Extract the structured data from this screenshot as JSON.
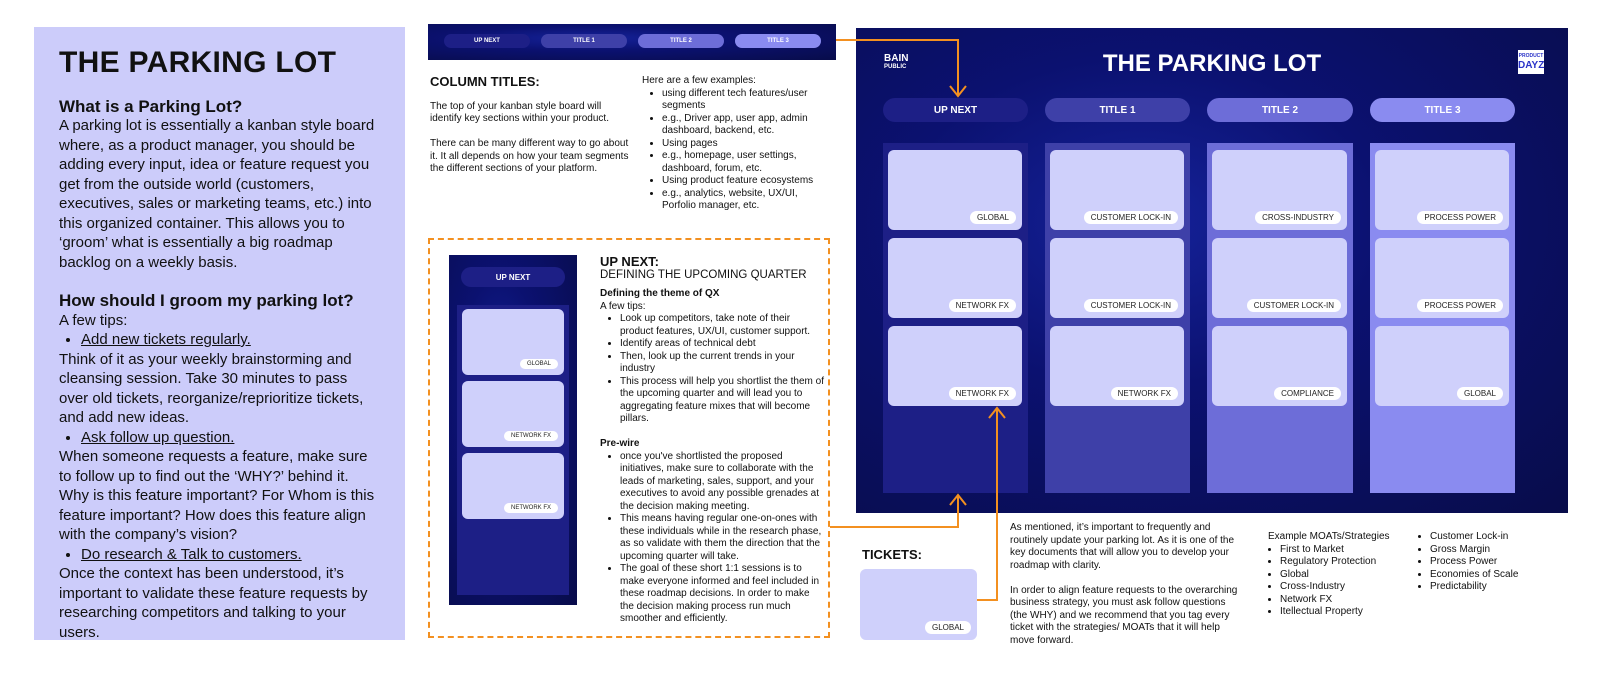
{
  "left": {
    "title": "THE PARKING LOT",
    "q1": "What is a Parking Lot?",
    "p1": "A parking lot is essentially a kanban style board where, as a product manager, you should be adding every input, idea or feature request you get from the outside world (customers, executives, sales or marketing teams, etc.) into this organized container. This allows you to ‘groom’ what is essentially a big roadmap backlog on a weekly basis.",
    "q2": "How should I groom my parking lot?",
    "tips": "A few tips:",
    "tip1": "Add new tickets regularly.",
    "tip1_text": "Think of it as your weekly brainstorming and cleansing session. Take 30 minutes to pass over old tickets, reorganize/reprioritize tickets, and add new ideas.",
    "tip2": "Ask follow up question.",
    "tip2_text": "When someone requests a feature, make sure to follow up to find out the ‘WHY?’ behind it. Why is this feature important? For Whom is this feature important? How does this feature align with the company’s vision?",
    "tip3": "Do research & Talk to customers.",
    "tip3_text": "Once the context has been understood, it’s important to validate these feature requests by researching competitors and talking to your users."
  },
  "strip": {
    "pills": [
      "UP NEXT",
      "TITLE 1",
      "TITLE 2",
      "TITLE 3"
    ]
  },
  "column_titles": {
    "heading": "COLUMN TITLES:",
    "p1": "The top of your kanban style board will identify key sections within your product.",
    "p2": "There can be many different way to go about it. It all depends on how your team segments the different sections of your platform.",
    "examples_intro": "Here are a few examples:",
    "examples": [
      "using different tech features/user segments",
      "e.g., Driver app, user app, admin dashboard, backend, etc.",
      "Using pages",
      "e.g., homepage, user settings, dashboard, forum, etc.",
      "Using product feature ecosystems",
      "e.g., analytics, website, UX/UI, Porfolio manager,  etc."
    ]
  },
  "upnext": {
    "mini_title": "UP NEXT",
    "mini_tags": [
      "GLOBAL",
      "NETWORK FX",
      "NETWORK FX"
    ],
    "heading": "UP NEXT:",
    "subheading": "DEFINING THE UPCOMING QUARTER",
    "theme_heading": "Defining the theme of QX",
    "theme_intro": "A few tips:",
    "theme_tips": [
      "Look up competitors, take note of their product features, UX/UI, customer support.",
      "Identify areas of technical debt",
      "Then, look up the current trends in your industry",
      "This process will help you shortlist the them of the upcoming quarter and will lead you to aggregating feature mixes that will become pillars."
    ],
    "prewire_heading": "Pre-wire",
    "prewire_tips": [
      "once you've shortlisted the proposed initiatives, make sure to collaborate with the leads of marketing, sales, support, and your executives to avoid any possible grenades at the decision making meeting.",
      "This means having regular one-on-ones with these individuals while in the research phase, as so validate with them the direction that the upcoming quarter will take.",
      "The goal of these short 1:1 sessions is to make everyone informed and feel included in these roadmap decisions. In order to make the decision making process run much smoother and efficiently."
    ]
  },
  "board": {
    "logo_left": [
      "BAIN",
      "PUBLIC"
    ],
    "logo_right": [
      "PRODUCT",
      "DAYZ"
    ],
    "title": "THE PARKING LOT",
    "columns": [
      {
        "title": "UP NEXT",
        "tags": [
          "GLOBAL",
          "NETWORK FX",
          "NETWORK FX"
        ]
      },
      {
        "title": "TITLE 1",
        "tags": [
          "CUSTOMER LOCK-IN",
          "CUSTOMER LOCK-IN",
          "NETWORK FX"
        ]
      },
      {
        "title": "TITLE 2",
        "tags": [
          "CROSS-INDUSTRY",
          "CUSTOMER LOCK-IN",
          "COMPLIANCE"
        ]
      },
      {
        "title": "TITLE 3",
        "tags": [
          "PROCESS POWER",
          "PROCESS POWER",
          "GLOBAL"
        ]
      }
    ]
  },
  "tickets": {
    "heading": "TICKETS:",
    "tag": "GLOBAL",
    "p1": "As mentioned, it’s important to frequently and routinely update your parking lot. As it is one of the key documents that will allow you to develop your roadmap with clarity.",
    "p2": "In order to align feature requests to the overarching business strategy, you must ask follow questions (the WHY) and we recommend that you tag every ticket with the strategies/ MOATs that it will help move forward.",
    "moats_heading": "Example MOATs/Strategies",
    "moats1": [
      "First to Market",
      "Regulatory Protection",
      "Global",
      "Cross-Industry",
      "Network FX",
      "Itellectual Property"
    ],
    "moats2": [
      "Customer Lock-in",
      "Gross Margin",
      "Process Power",
      "Economies of Scale",
      "Predictability"
    ]
  },
  "colors": {
    "accent": "#f39020",
    "panel": "#ccccfa",
    "navy": "#0b1170"
  }
}
